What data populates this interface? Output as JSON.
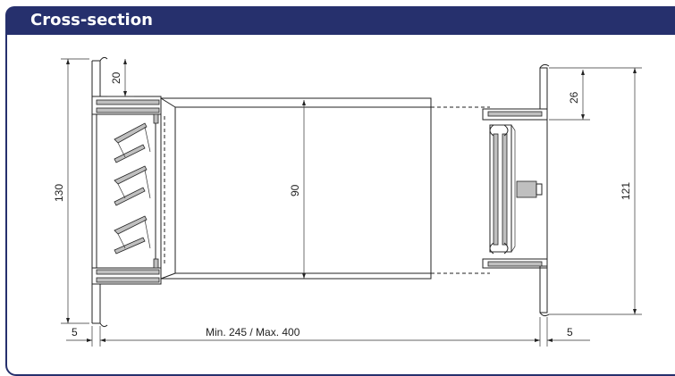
{
  "header": {
    "title": "Cross-section"
  },
  "dimensions": {
    "top_left": "20",
    "top_right": "26",
    "left_height": "130",
    "center_height": "90",
    "right_height": "121",
    "width_range": "Min. 245 / Max. 400",
    "left_offset": "5",
    "right_offset": "5"
  },
  "colors": {
    "header_bg": "#26306d",
    "header_text": "#ffffff",
    "frame_line": "#26306d"
  }
}
